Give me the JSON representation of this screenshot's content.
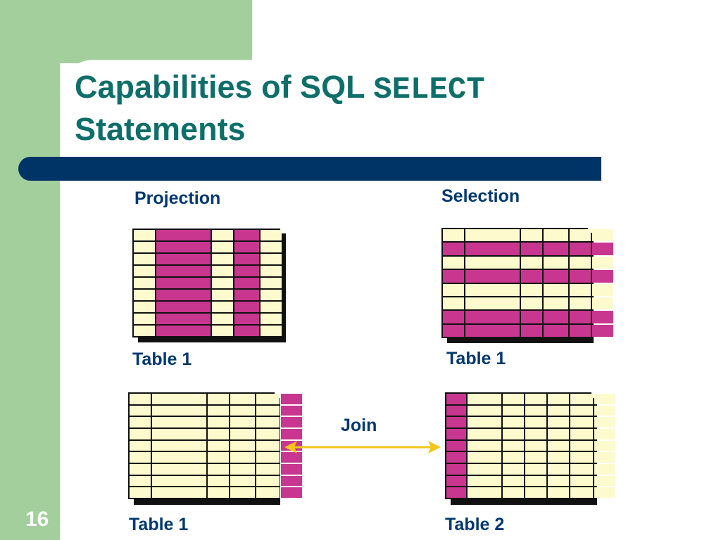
{
  "slide": {
    "title_part1": "Capabilities of SQL ",
    "title_keyword": "SELECT",
    "title_part2": "Statements",
    "number": "16"
  },
  "labels": {
    "projection": "Projection",
    "selection": "Selection",
    "join": "Join",
    "projection_table": "Table 1",
    "selection_table": "Table 1",
    "join_left_table": "Table 1",
    "join_right_table": "Table 2"
  },
  "colors": {
    "highlight": "#c8368f",
    "cell": "#fdfbcd",
    "title": "#0e6e6a",
    "bar": "#003366",
    "arrow": "#f5c518"
  },
  "tables": {
    "projection": {
      "rows": 9,
      "cols": 5,
      "highlight_cols": [
        1,
        3
      ],
      "highlight_rows": []
    },
    "selection": {
      "rows": 8,
      "cols": 6,
      "highlight_cols": [],
      "highlight_rows": [
        1,
        3,
        6,
        7
      ]
    },
    "join_left": {
      "rows": 9,
      "cols": 6,
      "highlight_cols": [
        5
      ],
      "highlight_rows": []
    },
    "join_right": {
      "rows": 9,
      "cols": 7,
      "highlight_cols": [
        0
      ],
      "highlight_rows": []
    }
  }
}
